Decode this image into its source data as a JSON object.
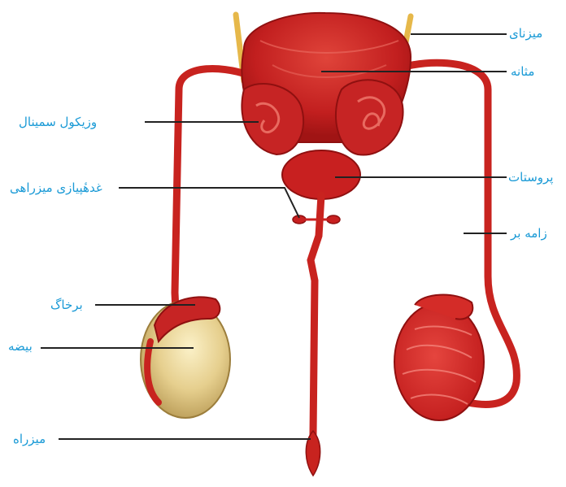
{
  "label_color": "#1a9ad6",
  "leader_color": "#222222",
  "labels": {
    "ureter": "میزنای",
    "bladder": "مثانه",
    "seminal_vesicle": "وزیکول سمینال",
    "bulbourethral_gland": "غدهٔپیازی میزراهی",
    "prostate": "پروستات",
    "vas_deferens": "زامه بر",
    "epididymis": "برخاگ",
    "testis": "بیضه",
    "urethra": "میزراه"
  }
}
